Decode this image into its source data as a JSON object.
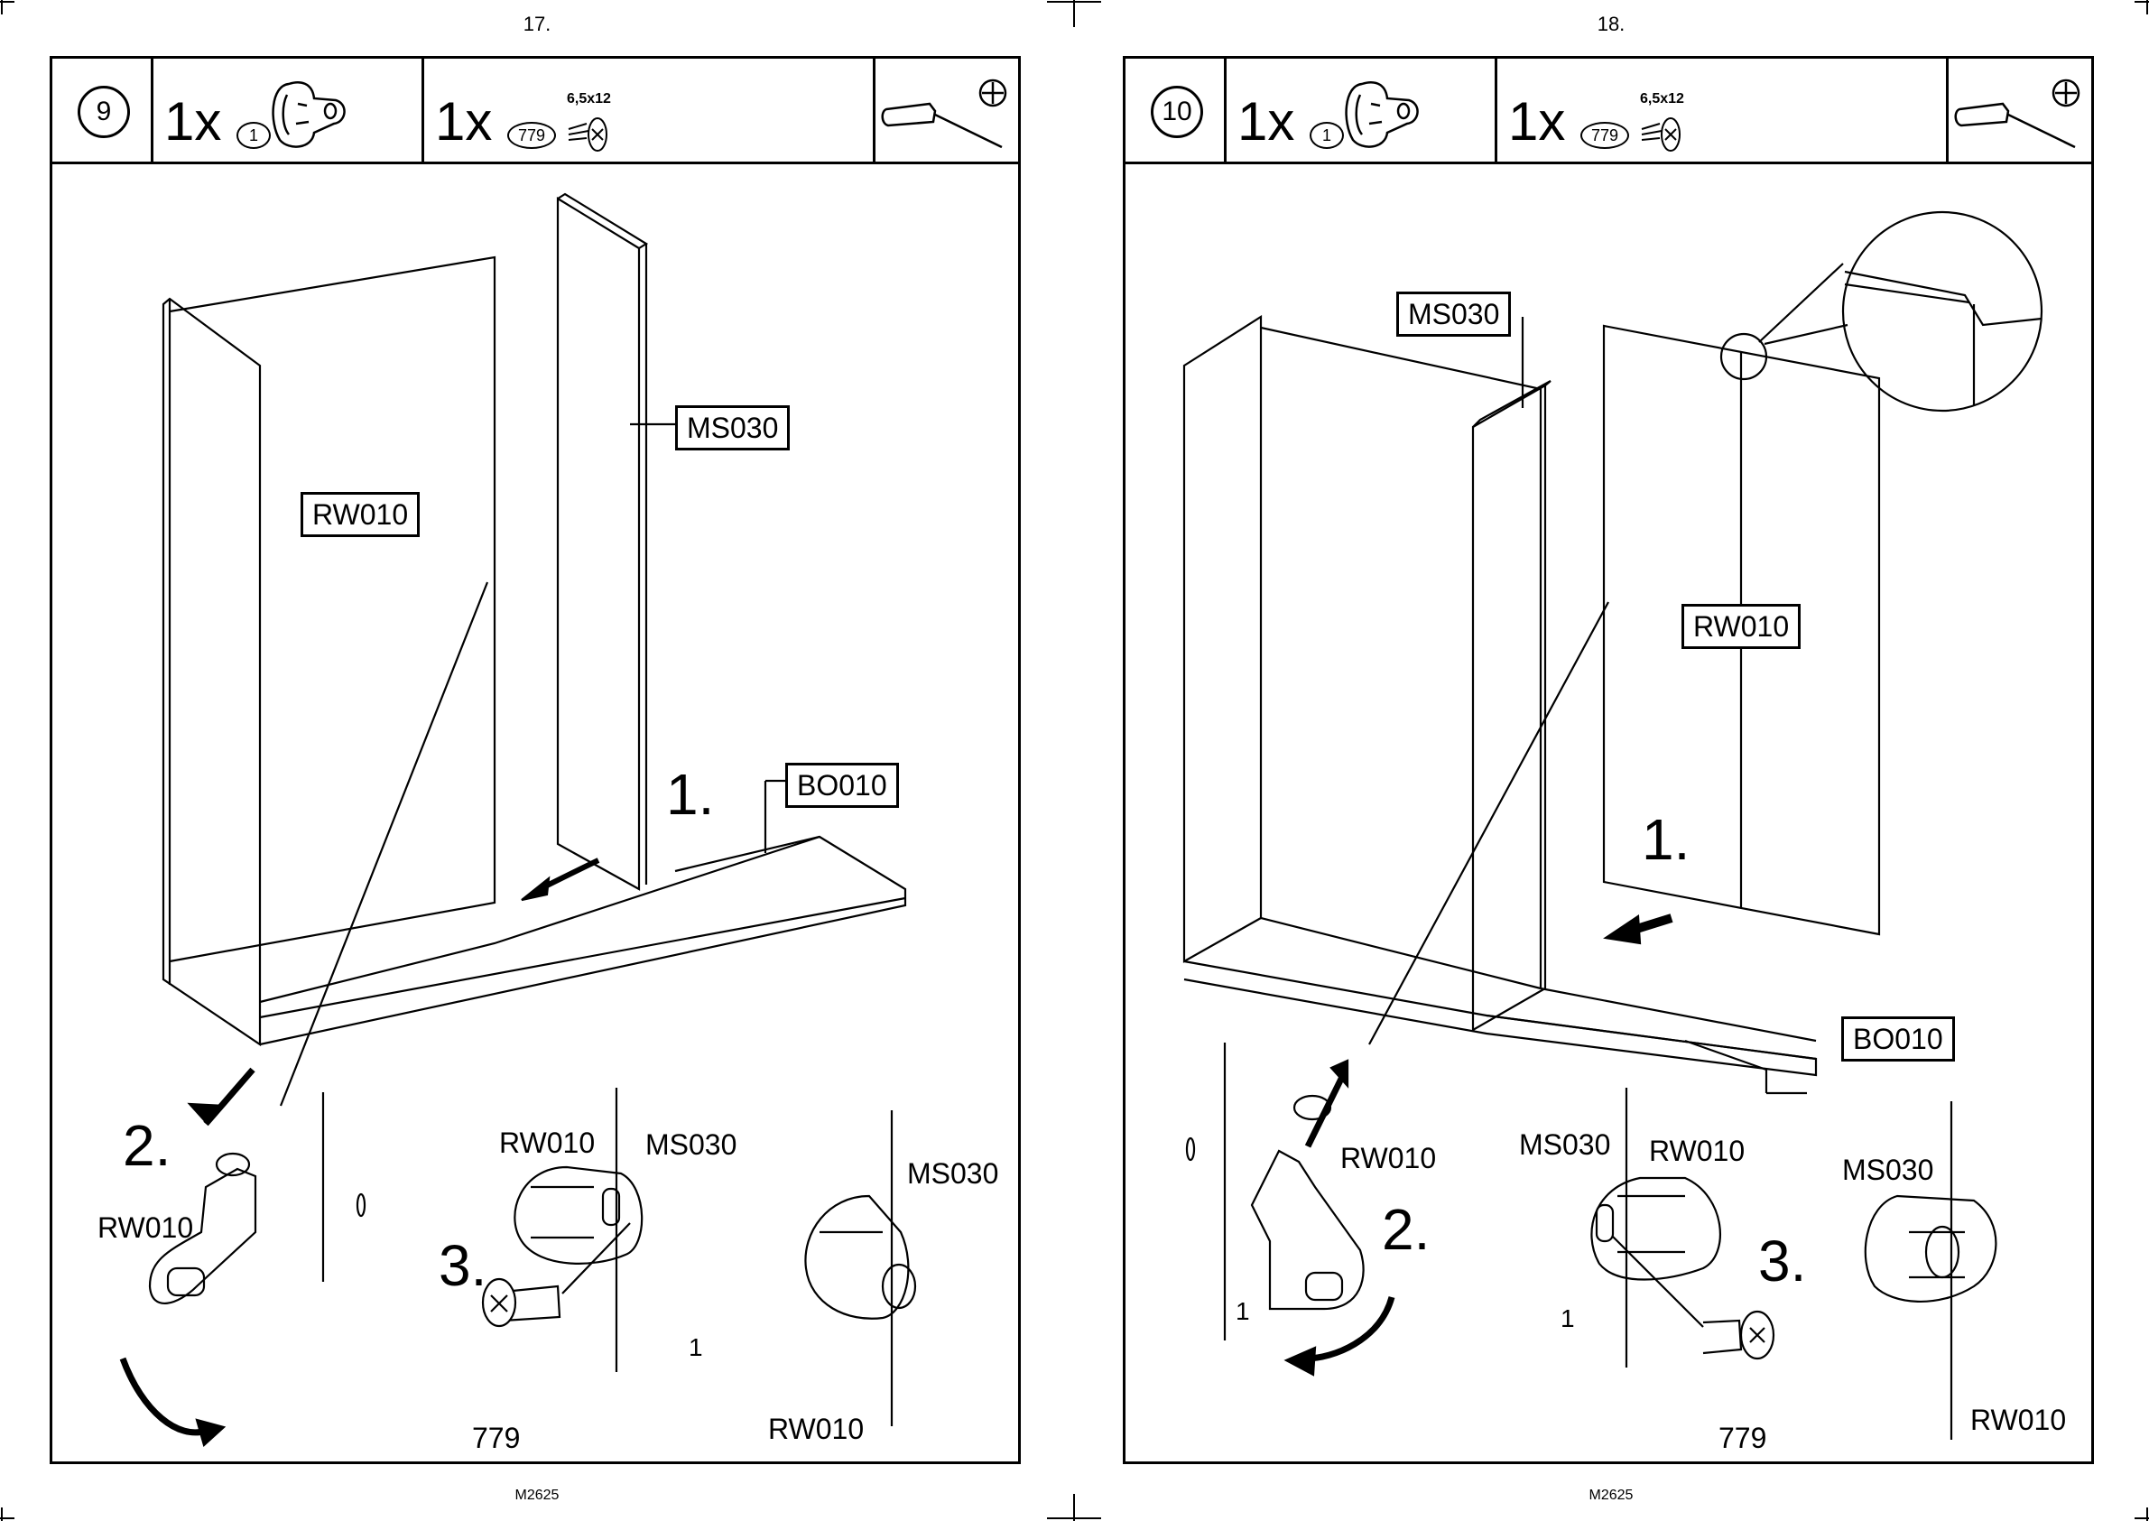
{
  "left_page": {
    "page_number": "17.",
    "footer": "M2625",
    "step": "9",
    "parts": [
      {
        "qty": "1x",
        "id": "1"
      },
      {
        "qty": "1x",
        "id": "779",
        "spec": "6,5x12"
      }
    ],
    "labels": {
      "rw010": "RW010",
      "ms030": "MS030",
      "bo010": "BO010"
    },
    "detail": {
      "step1": "1.",
      "step2": "2.",
      "step3": "3.",
      "rw010_a": "RW010",
      "rw010_b": "RW010",
      "ms030_a": "MS030",
      "rw010_c": "RW010",
      "ms030_b": "MS030",
      "screw": "779",
      "one": "1"
    }
  },
  "right_page": {
    "page_number": "18.",
    "footer": "M2625",
    "step": "10",
    "parts": [
      {
        "qty": "1x",
        "id": "1"
      },
      {
        "qty": "1x",
        "id": "779",
        "spec": "6,5x12"
      }
    ],
    "labels": {
      "ms030": "MS030",
      "rw010": "RW010",
      "bo010": "BO010"
    },
    "detail": {
      "step1": "1.",
      "step2": "2.",
      "step3": "3.",
      "rw010_a": "RW010",
      "ms030_a": "MS030",
      "rw010_b": "RW010",
      "ms030_b": "MS030",
      "rw010_c": "RW010",
      "screw": "779",
      "one_a": "1",
      "one_b": "1"
    }
  }
}
